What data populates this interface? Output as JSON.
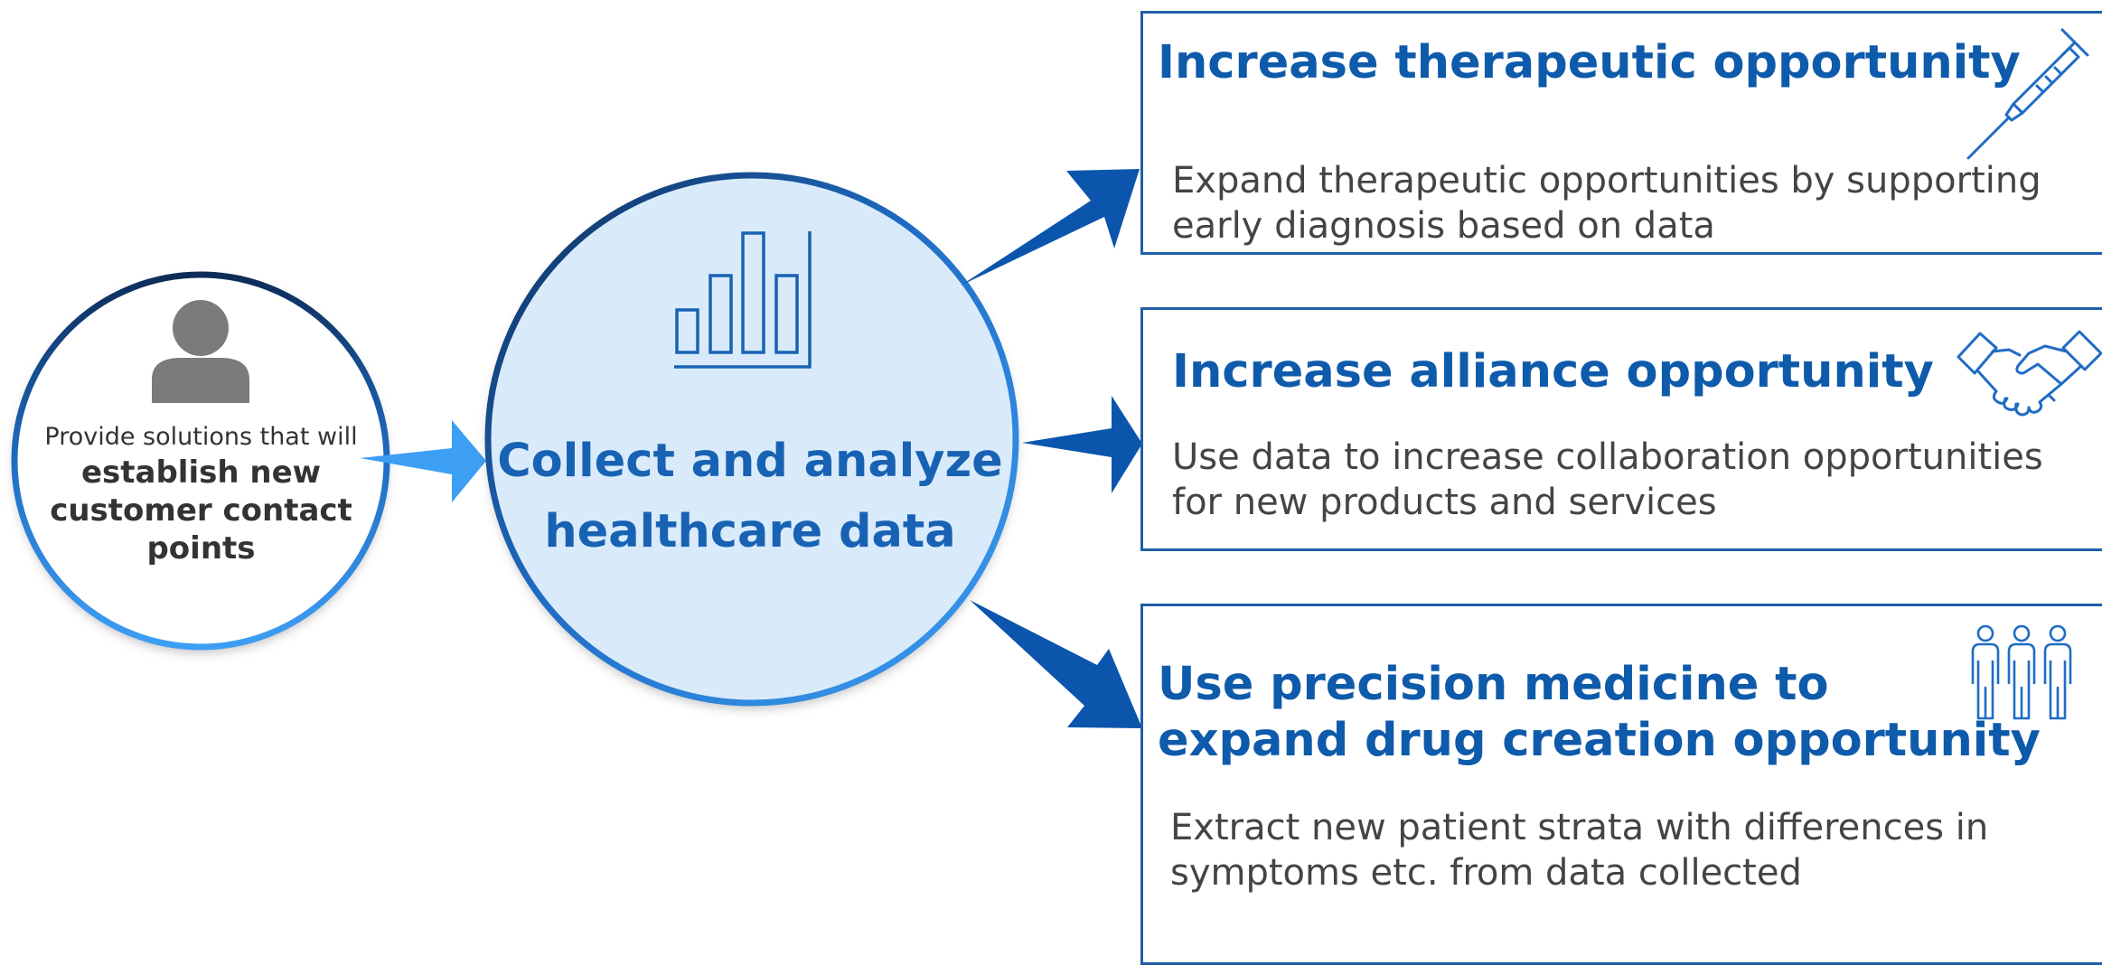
{
  "left_circle": {
    "line1": "Provide solutions that will",
    "line2": "establish new",
    "line3": "customer contact",
    "line4": "points",
    "icon": "person-icon"
  },
  "center_circle": {
    "line1": "Collect and analyze",
    "line2": "healthcare data",
    "icon": "bar-chart-icon"
  },
  "boxes": [
    {
      "title": "Increase therapeutic opportunity",
      "desc_line1": "Expand therapeutic opportunities by supporting",
      "desc_line2": "early diagnosis based on data",
      "icon": "syringe-icon"
    },
    {
      "title": "Increase alliance opportunity",
      "desc_line1": "Use data to increase collaboration opportunities",
      "desc_line2": "for new products and services",
      "icon": "handshake-icon"
    },
    {
      "title_line1": "Use precision medicine to",
      "title_line2": "expand drug creation opportunity",
      "desc_line1": "Extract new patient strata with differences in",
      "desc_line2": "symptoms etc. from data collected",
      "icon": "people-group-icon"
    }
  ],
  "colors": {
    "primary_blue": "#0e5aab",
    "arrow_blue": "#0b56ac",
    "light_arrow": "#3d9ff4",
    "circle_fill": "#d9ebfb",
    "text_dark": "#333333"
  }
}
